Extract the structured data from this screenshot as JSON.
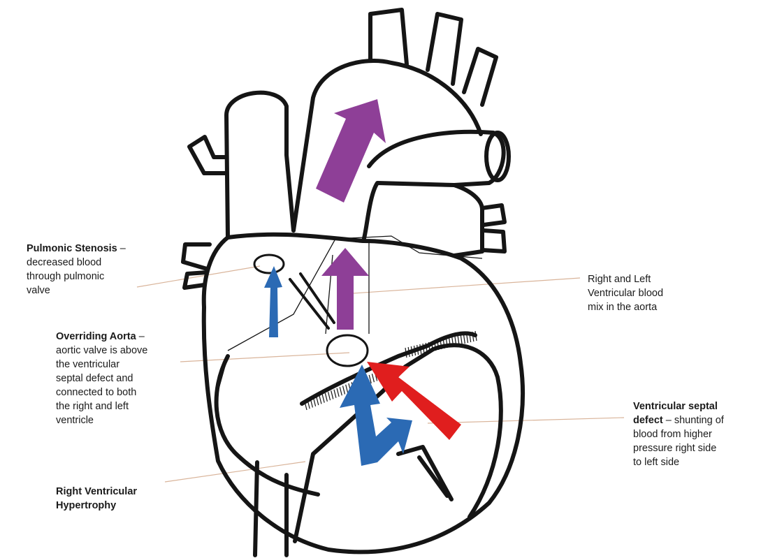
{
  "colors": {
    "outline": "#151515",
    "mix_arrow": "#8e3f97",
    "deoxygenated_arrow": "#2b6ab4",
    "shunt_arrow": "#e01e1e",
    "leader_line": "#d9b49a"
  },
  "labels": {
    "pulmonic": {
      "title": "Pulmonic Stenosis",
      "dash": " –",
      "body": "decreased blood\nthrough pulmonic\nvalve"
    },
    "aorta": {
      "title": "Overriding Aorta",
      "dash": " –",
      "body": "aortic valve is above\nthe ventricular\nseptal defect and\nconnected to both\nthe right and left\nventricle"
    },
    "rvh": {
      "title": "Right Ventricular\nHypertrophy"
    },
    "mix": {
      "body": "Right and Left\nVentricular blood\nmix in the aorta"
    },
    "vsd": {
      "title": "Ventricular septal\ndefect",
      "dash": " – ",
      "body": "shunting of\nblood from higher\npressure right side\nto left side"
    }
  }
}
